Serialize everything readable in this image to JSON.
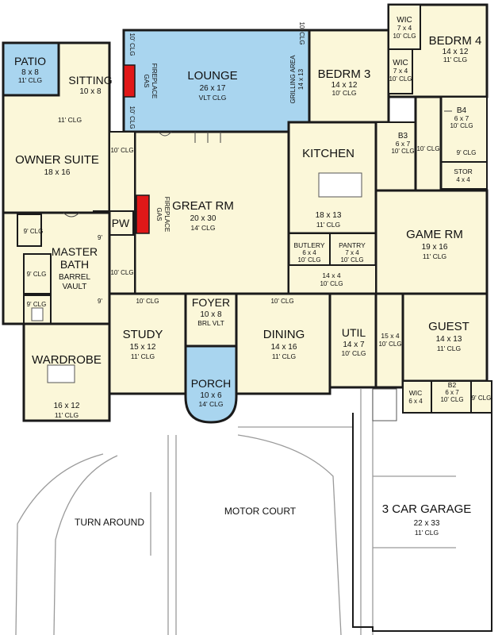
{
  "rooms": {
    "lounge": {
      "name": "LOUNGE",
      "dims": "26 x 17",
      "ceiling": "VLT CLG"
    },
    "patio": {
      "name": "PATIO",
      "dims": "8 x 8",
      "ceiling": "11' CLG"
    },
    "sitting": {
      "name": "SITTING",
      "dims": "10 x 8"
    },
    "owner_suite": {
      "name": "OWNER SUITE",
      "dims": "18 x 16",
      "ceiling": "11' CLG"
    },
    "bedrm3": {
      "name": "BEDRM 3",
      "dims": "14 x 12",
      "ceiling": "10' CLG"
    },
    "bedrm4": {
      "name": "BEDRM 4",
      "dims": "14 x 12",
      "ceiling": "11' CLG"
    },
    "wic_top": {
      "name": "WIC",
      "dims": "7 x 4",
      "ceiling": "10' CLG"
    },
    "wic_mid": {
      "name": "WIC",
      "dims": "7 x 4",
      "ceiling": "10' CLG"
    },
    "b4": {
      "name": "B4",
      "dims": "6 x 7",
      "ceiling": "10' CLG"
    },
    "b3": {
      "name": "B3",
      "dims": "6 x 7",
      "ceiling": "10' CLG"
    },
    "stor": {
      "name": "STOR",
      "dims": "4 x 4"
    },
    "kitchen": {
      "name": "KITCHEN",
      "dims": "18 x 13",
      "ceiling": "11' CLG"
    },
    "great_rm": {
      "name": "GREAT RM",
      "dims": "20 x 30",
      "ceiling": "14' CLG"
    },
    "pw": {
      "name": "PW"
    },
    "butlery": {
      "name": "BUTLERY",
      "dims": "6 x 4",
      "ceiling": "10' CLG"
    },
    "pantry": {
      "name": "PANTRY",
      "dims": "7 x 4",
      "ceiling": "10' CLG"
    },
    "game_rm": {
      "name": "GAME RM",
      "dims": "19 x 16",
      "ceiling": "11' CLG"
    },
    "master_bath": {
      "line1": "MASTER",
      "line2": "BATH",
      "line3": "BARREL",
      "line4": "VAULT"
    },
    "foyer": {
      "name": "FOYER",
      "dims": "10 x 8",
      "ceiling": "BRL VLT"
    },
    "study": {
      "name": "STUDY",
      "dims": "15 x 12",
      "ceiling": "11' CLG"
    },
    "dining": {
      "name": "DINING",
      "dims": "14 x 16",
      "ceiling": "11' CLG"
    },
    "util": {
      "name": "UTIL",
      "dims": "14 x 7",
      "ceiling": "10' CLG"
    },
    "guest": {
      "name": "GUEST",
      "dims": "14 x 13",
      "ceiling": "11' CLG"
    },
    "wardrobe": {
      "name": "WARDROBE",
      "dims": "16 x 12",
      "ceiling": "11' CLG"
    },
    "porch": {
      "name": "PORCH",
      "dims": "10 x 6",
      "ceiling": "14' CLG"
    },
    "wic_guest": {
      "name": "WIC",
      "dims": "6 x 4"
    },
    "b2": {
      "name": "B2",
      "dims": "6 x 7",
      "ceiling": "10' CLG"
    },
    "garage": {
      "name": "3 CAR GARAGE",
      "dims": "22 x 33",
      "ceiling": "11' CLG"
    }
  },
  "labels": {
    "gas_fireplace_line1": "GAS",
    "gas_fireplace_line2": "FIREPLACE",
    "grilling_area": "GRILLING AREA",
    "grilling_dims": "14 x 13",
    "hall_dims": "14 x 4",
    "hall_ceiling": "10' CLG",
    "gallery_dims": "15 x 4",
    "gallery_ceiling": "10' CLG",
    "clg_10": "10' CLG",
    "clg_11": "11' CLG",
    "clg_9": "9' CLG",
    "nine": "9'",
    "turn_around": "TURN AROUND",
    "motor_court": "MOTOR COURT"
  }
}
